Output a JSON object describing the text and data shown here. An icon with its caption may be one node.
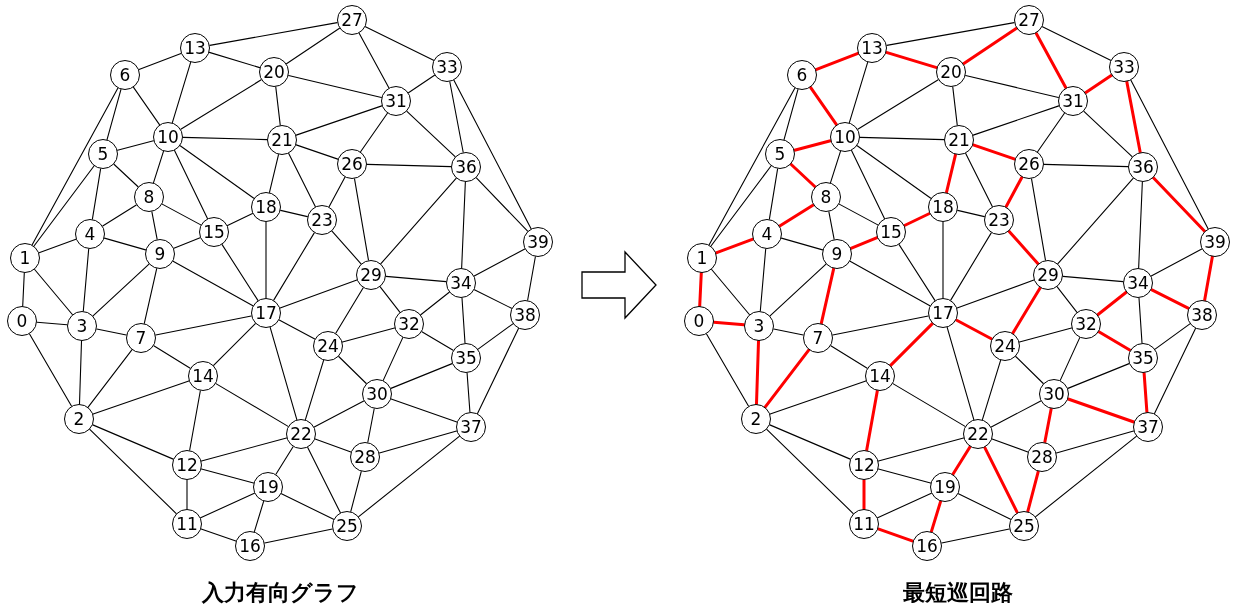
{
  "diagram": {
    "nodes": [
      {
        "text": [
          "0"
        ]
      },
      {
        "text": [
          "1"
        ]
      },
      {
        "text": [
          "2"
        ]
      },
      {
        "text": [
          "3"
        ]
      },
      {
        "text": [
          "4"
        ]
      },
      {
        "text": [
          "5"
        ]
      },
      {
        "text": [
          "6"
        ]
      },
      {
        "text": [
          "7"
        ]
      },
      {
        "text": [
          "8"
        ]
      },
      {
        "text": [
          "9"
        ]
      },
      {
        "text": [
          "10"
        ]
      },
      {
        "text": [
          "11"
        ]
      },
      {
        "text": [
          "12"
        ]
      },
      {
        "text": [
          "13"
        ]
      },
      {
        "text": [
          "14"
        ]
      },
      {
        "text": [
          "15"
        ]
      },
      {
        "text": [
          "16"
        ]
      },
      {
        "text": [
          "17"
        ]
      },
      {
        "text": [
          "18"
        ]
      },
      {
        "text": [
          "19"
        ]
      },
      {
        "text": [
          "20"
        ]
      },
      {
        "text": [
          "21"
        ]
      },
      {
        "text": [
          "22"
        ]
      },
      {
        "text": [
          "23"
        ]
      },
      {
        "text": [
          "24"
        ]
      },
      {
        "text": [
          "25"
        ]
      },
      {
        "text": [
          "26"
        ]
      },
      {
        "text": [
          "27"
        ]
      },
      {
        "text": [
          "28"
        ]
      },
      {
        "text": [
          "29"
        ]
      },
      {
        "text": [
          "30"
        ]
      },
      {
        "text": [
          "31"
        ]
      },
      {
        "text": [
          "32"
        ]
      },
      {
        "text": [
          "33"
        ]
      },
      {
        "text": [
          "34"
        ]
      },
      {
        "text": [
          "35"
        ]
      },
      {
        "text": [
          "36"
        ]
      },
      {
        "text": [
          "37"
        ]
      },
      {
        "text": [
          "38"
        ]
      },
      {
        "text": [
          "39"
        ]
      },
      {
        "text": [
          "0"
        ]
      },
      {
        "text": [
          "1"
        ]
      },
      {
        "text": [
          "2"
        ]
      },
      {
        "text": [
          "3"
        ]
      },
      {
        "text": [
          "4"
        ]
      },
      {
        "text": [
          "5"
        ]
      },
      {
        "text": [
          "6"
        ]
      },
      {
        "text": [
          "7"
        ]
      },
      {
        "text": [
          "8"
        ]
      },
      {
        "text": [
          "9"
        ]
      },
      {
        "text": [
          "10"
        ]
      },
      {
        "text": [
          "11"
        ]
      },
      {
        "text": [
          "12"
        ]
      },
      {
        "text": [
          "13"
        ]
      },
      {
        "text": [
          "14"
        ]
      },
      {
        "text": [
          "15"
        ]
      },
      {
        "text": [
          "16"
        ]
      },
      {
        "text": [
          "17"
        ]
      },
      {
        "text": [
          "18"
        ]
      },
      {
        "text": [
          "19"
        ]
      },
      {
        "text": [
          "20"
        ]
      },
      {
        "text": [
          "21"
        ]
      },
      {
        "text": [
          "22"
        ]
      },
      {
        "text": [
          "23"
        ]
      },
      {
        "text": [
          "24"
        ]
      },
      {
        "text": [
          "25"
        ]
      },
      {
        "text": [
          "26"
        ]
      },
      {
        "text": [
          "27"
        ]
      },
      {
        "text": [
          "28"
        ]
      },
      {
        "text": [
          "29"
        ]
      },
      {
        "text": [
          "30"
        ]
      },
      {
        "text": [
          "31"
        ]
      },
      {
        "text": [
          "32"
        ]
      },
      {
        "text": [
          "33"
        ]
      },
      {
        "text": [
          "34"
        ]
      },
      {
        "text": [
          "35"
        ]
      },
      {
        "text": [
          "36"
        ]
      },
      {
        "text": [
          "37"
        ]
      },
      {
        "text": [
          "38"
        ]
      },
      {
        "text": [
          "39"
        ]
      }
    ],
    "edges": [
      {
        "from": 6,
        "to": 13,
        "arrow": "none"
      },
      {
        "from": 13,
        "to": 20,
        "arrow": "none"
      },
      {
        "from": 13,
        "to": 27,
        "arrow": "none"
      },
      {
        "from": 13,
        "to": 10,
        "arrow": "none"
      },
      {
        "from": 6,
        "to": 10,
        "arrow": "none"
      },
      {
        "from": 6,
        "to": 5,
        "arrow": "none"
      },
      {
        "from": 6,
        "to": 1,
        "arrow": "none"
      },
      {
        "from": 5,
        "to": 1,
        "arrow": "none"
      },
      {
        "from": 5,
        "to": 10,
        "arrow": "none"
      },
      {
        "from": 5,
        "to": 4,
        "arrow": "none"
      },
      {
        "from": 5,
        "to": 8,
        "arrow": "none"
      },
      {
        "from": 10,
        "to": 8,
        "arrow": "none"
      },
      {
        "from": 10,
        "to": 15,
        "arrow": "none"
      },
      {
        "from": 10,
        "to": 18,
        "arrow": "none"
      },
      {
        "from": 10,
        "to": 21,
        "arrow": "none"
      },
      {
        "from": 10,
        "to": 20,
        "arrow": "none"
      },
      {
        "from": 8,
        "to": 4,
        "arrow": "none"
      },
      {
        "from": 8,
        "to": 9,
        "arrow": "none"
      },
      {
        "from": 8,
        "to": 15,
        "arrow": "none"
      },
      {
        "from": 4,
        "to": 1,
        "arrow": "none"
      },
      {
        "from": 4,
        "to": 9,
        "arrow": "none"
      },
      {
        "from": 4,
        "to": 3,
        "arrow": "none"
      },
      {
        "from": 1,
        "to": 0,
        "arrow": "none"
      },
      {
        "from": 1,
        "to": 3,
        "arrow": "none"
      },
      {
        "from": 9,
        "to": 15,
        "arrow": "none"
      },
      {
        "from": 9,
        "to": 3,
        "arrow": "none"
      },
      {
        "from": 9,
        "to": 7,
        "arrow": "none"
      },
      {
        "from": 9,
        "to": 17,
        "arrow": "none"
      },
      {
        "from": 15,
        "to": 18,
        "arrow": "none"
      },
      {
        "from": 15,
        "to": 17,
        "arrow": "none"
      },
      {
        "from": 18,
        "to": 17,
        "arrow": "none"
      },
      {
        "from": 18,
        "to": 21,
        "arrow": "none"
      },
      {
        "from": 18,
        "to": 23,
        "arrow": "none"
      },
      {
        "from": 20,
        "to": 21,
        "arrow": "none"
      },
      {
        "from": 20,
        "to": 27,
        "arrow": "none"
      },
      {
        "from": 20,
        "to": 31,
        "arrow": "none"
      },
      {
        "from": 27,
        "to": 33,
        "arrow": "none"
      },
      {
        "from": 27,
        "to": 31,
        "arrow": "none"
      },
      {
        "from": 31,
        "to": 33,
        "arrow": "none"
      },
      {
        "from": 31,
        "to": 21,
        "arrow": "none"
      },
      {
        "from": 31,
        "to": 26,
        "arrow": "none"
      },
      {
        "from": 31,
        "to": 36,
        "arrow": "none"
      },
      {
        "from": 33,
        "to": 36,
        "arrow": "none"
      },
      {
        "from": 33,
        "to": 39,
        "arrow": "none"
      },
      {
        "from": 21,
        "to": 26,
        "arrow": "none"
      },
      {
        "from": 21,
        "to": 23,
        "arrow": "none"
      },
      {
        "from": 26,
        "to": 36,
        "arrow": "none"
      },
      {
        "from": 26,
        "to": 23,
        "arrow": "none"
      },
      {
        "from": 26,
        "to": 29,
        "arrow": "none"
      },
      {
        "from": 23,
        "to": 29,
        "arrow": "none"
      },
      {
        "from": 23,
        "to": 17,
        "arrow": "none"
      },
      {
        "from": 36,
        "to": 29,
        "arrow": "none"
      },
      {
        "from": 36,
        "to": 34,
        "arrow": "none"
      },
      {
        "from": 36,
        "to": 39,
        "arrow": "none"
      },
      {
        "from": 39,
        "to": 34,
        "arrow": "none"
      },
      {
        "from": 39,
        "to": 38,
        "arrow": "none"
      },
      {
        "from": 29,
        "to": 34,
        "arrow": "none"
      },
      {
        "from": 29,
        "to": 17,
        "arrow": "none"
      },
      {
        "from": 29,
        "to": 24,
        "arrow": "none"
      },
      {
        "from": 29,
        "to": 32,
        "arrow": "none"
      },
      {
        "from": 0,
        "to": 3,
        "arrow": "none"
      },
      {
        "from": 0,
        "to": 2,
        "arrow": "none"
      },
      {
        "from": 3,
        "to": 2,
        "arrow": "none"
      },
      {
        "from": 3,
        "to": 7,
        "arrow": "none"
      },
      {
        "from": 7,
        "to": 2,
        "arrow": "none"
      },
      {
        "from": 7,
        "to": 17,
        "arrow": "none"
      },
      {
        "from": 7,
        "to": 14,
        "arrow": "none"
      },
      {
        "from": 14,
        "to": 17,
        "arrow": "none"
      },
      {
        "from": 14,
        "to": 2,
        "arrow": "none"
      },
      {
        "from": 14,
        "to": 12,
        "arrow": "none"
      },
      {
        "from": 14,
        "to": 22,
        "arrow": "none"
      },
      {
        "from": 2,
        "to": 12,
        "arrow": "none"
      },
      {
        "from": 2,
        "to": 11,
        "arrow": "none"
      },
      {
        "from": 12,
        "to": 22,
        "arrow": "none"
      },
      {
        "from": 12,
        "to": 19,
        "arrow": "none"
      },
      {
        "from": 12,
        "to": 11,
        "arrow": "none"
      },
      {
        "from": 11,
        "to": 19,
        "arrow": "none"
      },
      {
        "from": 11,
        "to": 16,
        "arrow": "none"
      },
      {
        "from": 19,
        "to": 16,
        "arrow": "none"
      },
      {
        "from": 19,
        "to": 22,
        "arrow": "none"
      },
      {
        "from": 19,
        "to": 25,
        "arrow": "none"
      },
      {
        "from": 16,
        "to": 25,
        "arrow": "none"
      },
      {
        "from": 17,
        "to": 22,
        "arrow": "none"
      },
      {
        "from": 17,
        "to": 24,
        "arrow": "none"
      },
      {
        "from": 24,
        "to": 32,
        "arrow": "none"
      },
      {
        "from": 24,
        "to": 22,
        "arrow": "none"
      },
      {
        "from": 24,
        "to": 30,
        "arrow": "none"
      },
      {
        "from": 32,
        "to": 34,
        "arrow": "none"
      },
      {
        "from": 32,
        "to": 35,
        "arrow": "none"
      },
      {
        "from": 32,
        "to": 30,
        "arrow": "none"
      },
      {
        "from": 34,
        "to": 38,
        "arrow": "none"
      },
      {
        "from": 34,
        "to": 35,
        "arrow": "none"
      },
      {
        "from": 38,
        "to": 35,
        "arrow": "none"
      },
      {
        "from": 38,
        "to": 37,
        "arrow": "none"
      },
      {
        "from": 35,
        "to": 30,
        "arrow": "none"
      },
      {
        "from": 35,
        "to": 37,
        "arrow": "none"
      },
      {
        "from": 30,
        "to": 22,
        "arrow": "none"
      },
      {
        "from": 30,
        "to": 37,
        "arrow": "none"
      },
      {
        "from": 30,
        "to": 28,
        "arrow": "none"
      },
      {
        "from": 22,
        "to": 28,
        "arrow": "none"
      },
      {
        "from": 22,
        "to": 25,
        "arrow": "none"
      },
      {
        "from": 28,
        "to": 25,
        "arrow": "none"
      },
      {
        "from": 28,
        "to": 37,
        "arrow": "none"
      },
      {
        "from": 25,
        "to": 37,
        "arrow": "none"
      },
      {
        "from": 46,
        "to": 53,
        "arrow": "none",
        "style": "thick",
        "color": "#ff0000"
      },
      {
        "from": 53,
        "to": 60,
        "arrow": "none",
        "style": "thick",
        "color": "#ff0000"
      },
      {
        "from": 53,
        "to": 67,
        "arrow": "none"
      },
      {
        "from": 53,
        "to": 50,
        "arrow": "none"
      },
      {
        "from": 46,
        "to": 50,
        "arrow": "none",
        "style": "thick",
        "color": "#ff0000"
      },
      {
        "from": 46,
        "to": 45,
        "arrow": "none"
      },
      {
        "from": 46,
        "to": 41,
        "arrow": "none"
      },
      {
        "from": 45,
        "to": 41,
        "arrow": "none"
      },
      {
        "from": 45,
        "to": 50,
        "arrow": "none",
        "style": "thick",
        "color": "#ff0000"
      },
      {
        "from": 45,
        "to": 44,
        "arrow": "none"
      },
      {
        "from": 45,
        "to": 48,
        "arrow": "none",
        "style": "thick",
        "color": "#ff0000"
      },
      {
        "from": 50,
        "to": 48,
        "arrow": "none"
      },
      {
        "from": 50,
        "to": 55,
        "arrow": "none"
      },
      {
        "from": 50,
        "to": 58,
        "arrow": "none"
      },
      {
        "from": 50,
        "to": 61,
        "arrow": "none"
      },
      {
        "from": 50,
        "to": 60,
        "arrow": "none"
      },
      {
        "from": 48,
        "to": 44,
        "arrow": "none",
        "style": "thick",
        "color": "#ff0000"
      },
      {
        "from": 48,
        "to": 49,
        "arrow": "none"
      },
      {
        "from": 48,
        "to": 55,
        "arrow": "none"
      },
      {
        "from": 44,
        "to": 41,
        "arrow": "none",
        "style": "thick",
        "color": "#ff0000"
      },
      {
        "from": 44,
        "to": 49,
        "arrow": "none"
      },
      {
        "from": 44,
        "to": 43,
        "arrow": "none"
      },
      {
        "from": 41,
        "to": 40,
        "arrow": "none",
        "style": "thick",
        "color": "#ff0000"
      },
      {
        "from": 41,
        "to": 43,
        "arrow": "none"
      },
      {
        "from": 49,
        "to": 55,
        "arrow": "none",
        "style": "thick",
        "color": "#ff0000"
      },
      {
        "from": 49,
        "to": 43,
        "arrow": "none"
      },
      {
        "from": 49,
        "to": 47,
        "arrow": "none",
        "style": "thick",
        "color": "#ff0000"
      },
      {
        "from": 49,
        "to": 57,
        "arrow": "none"
      },
      {
        "from": 55,
        "to": 58,
        "arrow": "none",
        "style": "thick",
        "color": "#ff0000"
      },
      {
        "from": 55,
        "to": 57,
        "arrow": "none"
      },
      {
        "from": 58,
        "to": 57,
        "arrow": "none"
      },
      {
        "from": 58,
        "to": 61,
        "arrow": "none",
        "style": "thick",
        "color": "#ff0000"
      },
      {
        "from": 58,
        "to": 63,
        "arrow": "none"
      },
      {
        "from": 60,
        "to": 61,
        "arrow": "none"
      },
      {
        "from": 60,
        "to": 67,
        "arrow": "none",
        "style": "thick",
        "color": "#ff0000"
      },
      {
        "from": 60,
        "to": 71,
        "arrow": "none"
      },
      {
        "from": 67,
        "to": 73,
        "arrow": "none"
      },
      {
        "from": 67,
        "to": 71,
        "arrow": "none",
        "style": "thick",
        "color": "#ff0000"
      },
      {
        "from": 71,
        "to": 73,
        "arrow": "none",
        "style": "thick",
        "color": "#ff0000"
      },
      {
        "from": 71,
        "to": 61,
        "arrow": "none"
      },
      {
        "from": 71,
        "to": 66,
        "arrow": "none"
      },
      {
        "from": 71,
        "to": 76,
        "arrow": "none"
      },
      {
        "from": 73,
        "to": 76,
        "arrow": "none",
        "style": "thick",
        "color": "#ff0000"
      },
      {
        "from": 73,
        "to": 79,
        "arrow": "none"
      },
      {
        "from": 61,
        "to": 66,
        "arrow": "none",
        "style": "thick",
        "color": "#ff0000"
      },
      {
        "from": 61,
        "to": 63,
        "arrow": "none"
      },
      {
        "from": 66,
        "to": 76,
        "arrow": "none"
      },
      {
        "from": 66,
        "to": 63,
        "arrow": "none",
        "style": "thick",
        "color": "#ff0000"
      },
      {
        "from": 66,
        "to": 69,
        "arrow": "none"
      },
      {
        "from": 63,
        "to": 69,
        "arrow": "none",
        "style": "thick",
        "color": "#ff0000"
      },
      {
        "from": 63,
        "to": 57,
        "arrow": "none"
      },
      {
        "from": 76,
        "to": 69,
        "arrow": "none"
      },
      {
        "from": 76,
        "to": 74,
        "arrow": "none"
      },
      {
        "from": 76,
        "to": 79,
        "arrow": "none",
        "style": "thick",
        "color": "#ff0000"
      },
      {
        "from": 79,
        "to": 74,
        "arrow": "none"
      },
      {
        "from": 79,
        "to": 78,
        "arrow": "none",
        "style": "thick",
        "color": "#ff0000"
      },
      {
        "from": 69,
        "to": 74,
        "arrow": "none"
      },
      {
        "from": 69,
        "to": 57,
        "arrow": "none"
      },
      {
        "from": 69,
        "to": 64,
        "arrow": "none",
        "style": "thick",
        "color": "#ff0000"
      },
      {
        "from": 69,
        "to": 72,
        "arrow": "none"
      },
      {
        "from": 40,
        "to": 43,
        "arrow": "none",
        "style": "thick",
        "color": "#ff0000"
      },
      {
        "from": 40,
        "to": 42,
        "arrow": "none"
      },
      {
        "from": 43,
        "to": 42,
        "arrow": "none",
        "style": "thick",
        "color": "#ff0000"
      },
      {
        "from": 43,
        "to": 47,
        "arrow": "none"
      },
      {
        "from": 47,
        "to": 42,
        "arrow": "none",
        "style": "thick",
        "color": "#ff0000"
      },
      {
        "from": 47,
        "to": 57,
        "arrow": "none"
      },
      {
        "from": 47,
        "to": 54,
        "arrow": "none"
      },
      {
        "from": 54,
        "to": 57,
        "arrow": "none",
        "style": "thick",
        "color": "#ff0000"
      },
      {
        "from": 54,
        "to": 42,
        "arrow": "none"
      },
      {
        "from": 54,
        "to": 52,
        "arrow": "none",
        "style": "thick",
        "color": "#ff0000"
      },
      {
        "from": 54,
        "to": 62,
        "arrow": "none"
      },
      {
        "from": 42,
        "to": 52,
        "arrow": "none"
      },
      {
        "from": 42,
        "to": 51,
        "arrow": "none"
      },
      {
        "from": 52,
        "to": 62,
        "arrow": "none"
      },
      {
        "from": 52,
        "to": 59,
        "arrow": "none"
      },
      {
        "from": 52,
        "to": 51,
        "arrow": "none",
        "style": "thick",
        "color": "#ff0000"
      },
      {
        "from": 51,
        "to": 59,
        "arrow": "none"
      },
      {
        "from": 51,
        "to": 56,
        "arrow": "none",
        "style": "thick",
        "color": "#ff0000"
      },
      {
        "from": 59,
        "to": 56,
        "arrow": "none",
        "style": "thick",
        "color": "#ff0000"
      },
      {
        "from": 59,
        "to": 62,
        "arrow": "none",
        "style": "thick",
        "color": "#ff0000"
      },
      {
        "from": 59,
        "to": 65,
        "arrow": "none"
      },
      {
        "from": 56,
        "to": 65,
        "arrow": "none"
      },
      {
        "from": 57,
        "to": 62,
        "arrow": "none"
      },
      {
        "from": 57,
        "to": 64,
        "arrow": "none",
        "style": "thick",
        "color": "#ff0000"
      },
      {
        "from": 64,
        "to": 72,
        "arrow": "none"
      },
      {
        "from": 64,
        "to": 62,
        "arrow": "none"
      },
      {
        "from": 64,
        "to": 70,
        "arrow": "none"
      },
      {
        "from": 72,
        "to": 74,
        "arrow": "none",
        "style": "thick",
        "color": "#ff0000"
      },
      {
        "from": 72,
        "to": 75,
        "arrow": "none",
        "style": "thick",
        "color": "#ff0000"
      },
      {
        "from": 72,
        "to": 70,
        "arrow": "none"
      },
      {
        "from": 74,
        "to": 78,
        "arrow": "none",
        "style": "thick",
        "color": "#ff0000"
      },
      {
        "from": 74,
        "to": 75,
        "arrow": "none"
      },
      {
        "from": 78,
        "to": 75,
        "arrow": "none"
      },
      {
        "from": 78,
        "to": 77,
        "arrow": "none"
      },
      {
        "from": 75,
        "to": 70,
        "arrow": "none"
      },
      {
        "from": 75,
        "to": 77,
        "arrow": "none",
        "style": "thick",
        "color": "#ff0000"
      },
      {
        "from": 70,
        "to": 62,
        "arrow": "none"
      },
      {
        "from": 70,
        "to": 77,
        "arrow": "none",
        "style": "thick",
        "color": "#ff0000"
      },
      {
        "from": 70,
        "to": 68,
        "arrow": "none",
        "style": "thick",
        "color": "#ff0000"
      },
      {
        "from": 62,
        "to": 68,
        "arrow": "none"
      },
      {
        "from": 62,
        "to": 65,
        "arrow": "none",
        "style": "thick",
        "color": "#ff0000"
      },
      {
        "from": 68,
        "to": 65,
        "arrow": "none",
        "style": "thick",
        "color": "#ff0000"
      },
      {
        "from": 68,
        "to": 77,
        "arrow": "none"
      },
      {
        "from": 65,
        "to": 77,
        "arrow": "none"
      }
    ],
    "labels": [
      "入力有向グラフ",
      "最短巡回路"
    ]
  }
}
